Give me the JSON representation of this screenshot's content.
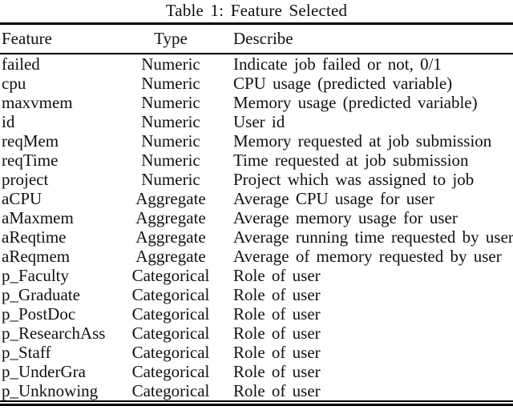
{
  "title": "Table 1: Feature Selected",
  "table": {
    "columns": [
      "Feature",
      "Type",
      "Describe"
    ],
    "rows": [
      [
        "failed",
        "Numeric",
        "Indicate job failed or not, 0/1"
      ],
      [
        "cpu",
        "Numeric",
        "CPU usage (predicted variable)"
      ],
      [
        "maxvmem",
        "Numeric",
        "Memory usage (predicted variable)"
      ],
      [
        "id",
        "Numeric",
        "User id"
      ],
      [
        "reqMem",
        "Numeric",
        "Memory requested at job submission"
      ],
      [
        "reqTime",
        "Numeric",
        "Time requested at job submission"
      ],
      [
        "project",
        "Numeric",
        "Project which was assigned to job"
      ],
      [
        "aCPU",
        "Aggregate",
        "Average CPU usage for user"
      ],
      [
        "aMaxmem",
        "Aggregate",
        "Average memory usage for user"
      ],
      [
        "aReqtime",
        "Aggregate",
        "Average running time requested by user"
      ],
      [
        "aReqmem",
        "Aggregate",
        "Average of memory requested by user"
      ],
      [
        "p_Faculty",
        "Categorical",
        "Role of user"
      ],
      [
        "p_Graduate",
        "Categorical",
        "Role of user"
      ],
      [
        "p_PostDoc",
        "Categorical",
        "Role of user"
      ],
      [
        "p_ResearchAss",
        "Categorical",
        "Role of user"
      ],
      [
        "p_Staff",
        "Categorical",
        "Role of user"
      ],
      [
        "p_UnderGra",
        "Categorical",
        "Role of user"
      ],
      [
        "p_Unknowing",
        "Categorical",
        "Role of user"
      ]
    ]
  },
  "colors": {
    "text": "#101010",
    "background": "#ffffff",
    "rule": "#000000"
  }
}
